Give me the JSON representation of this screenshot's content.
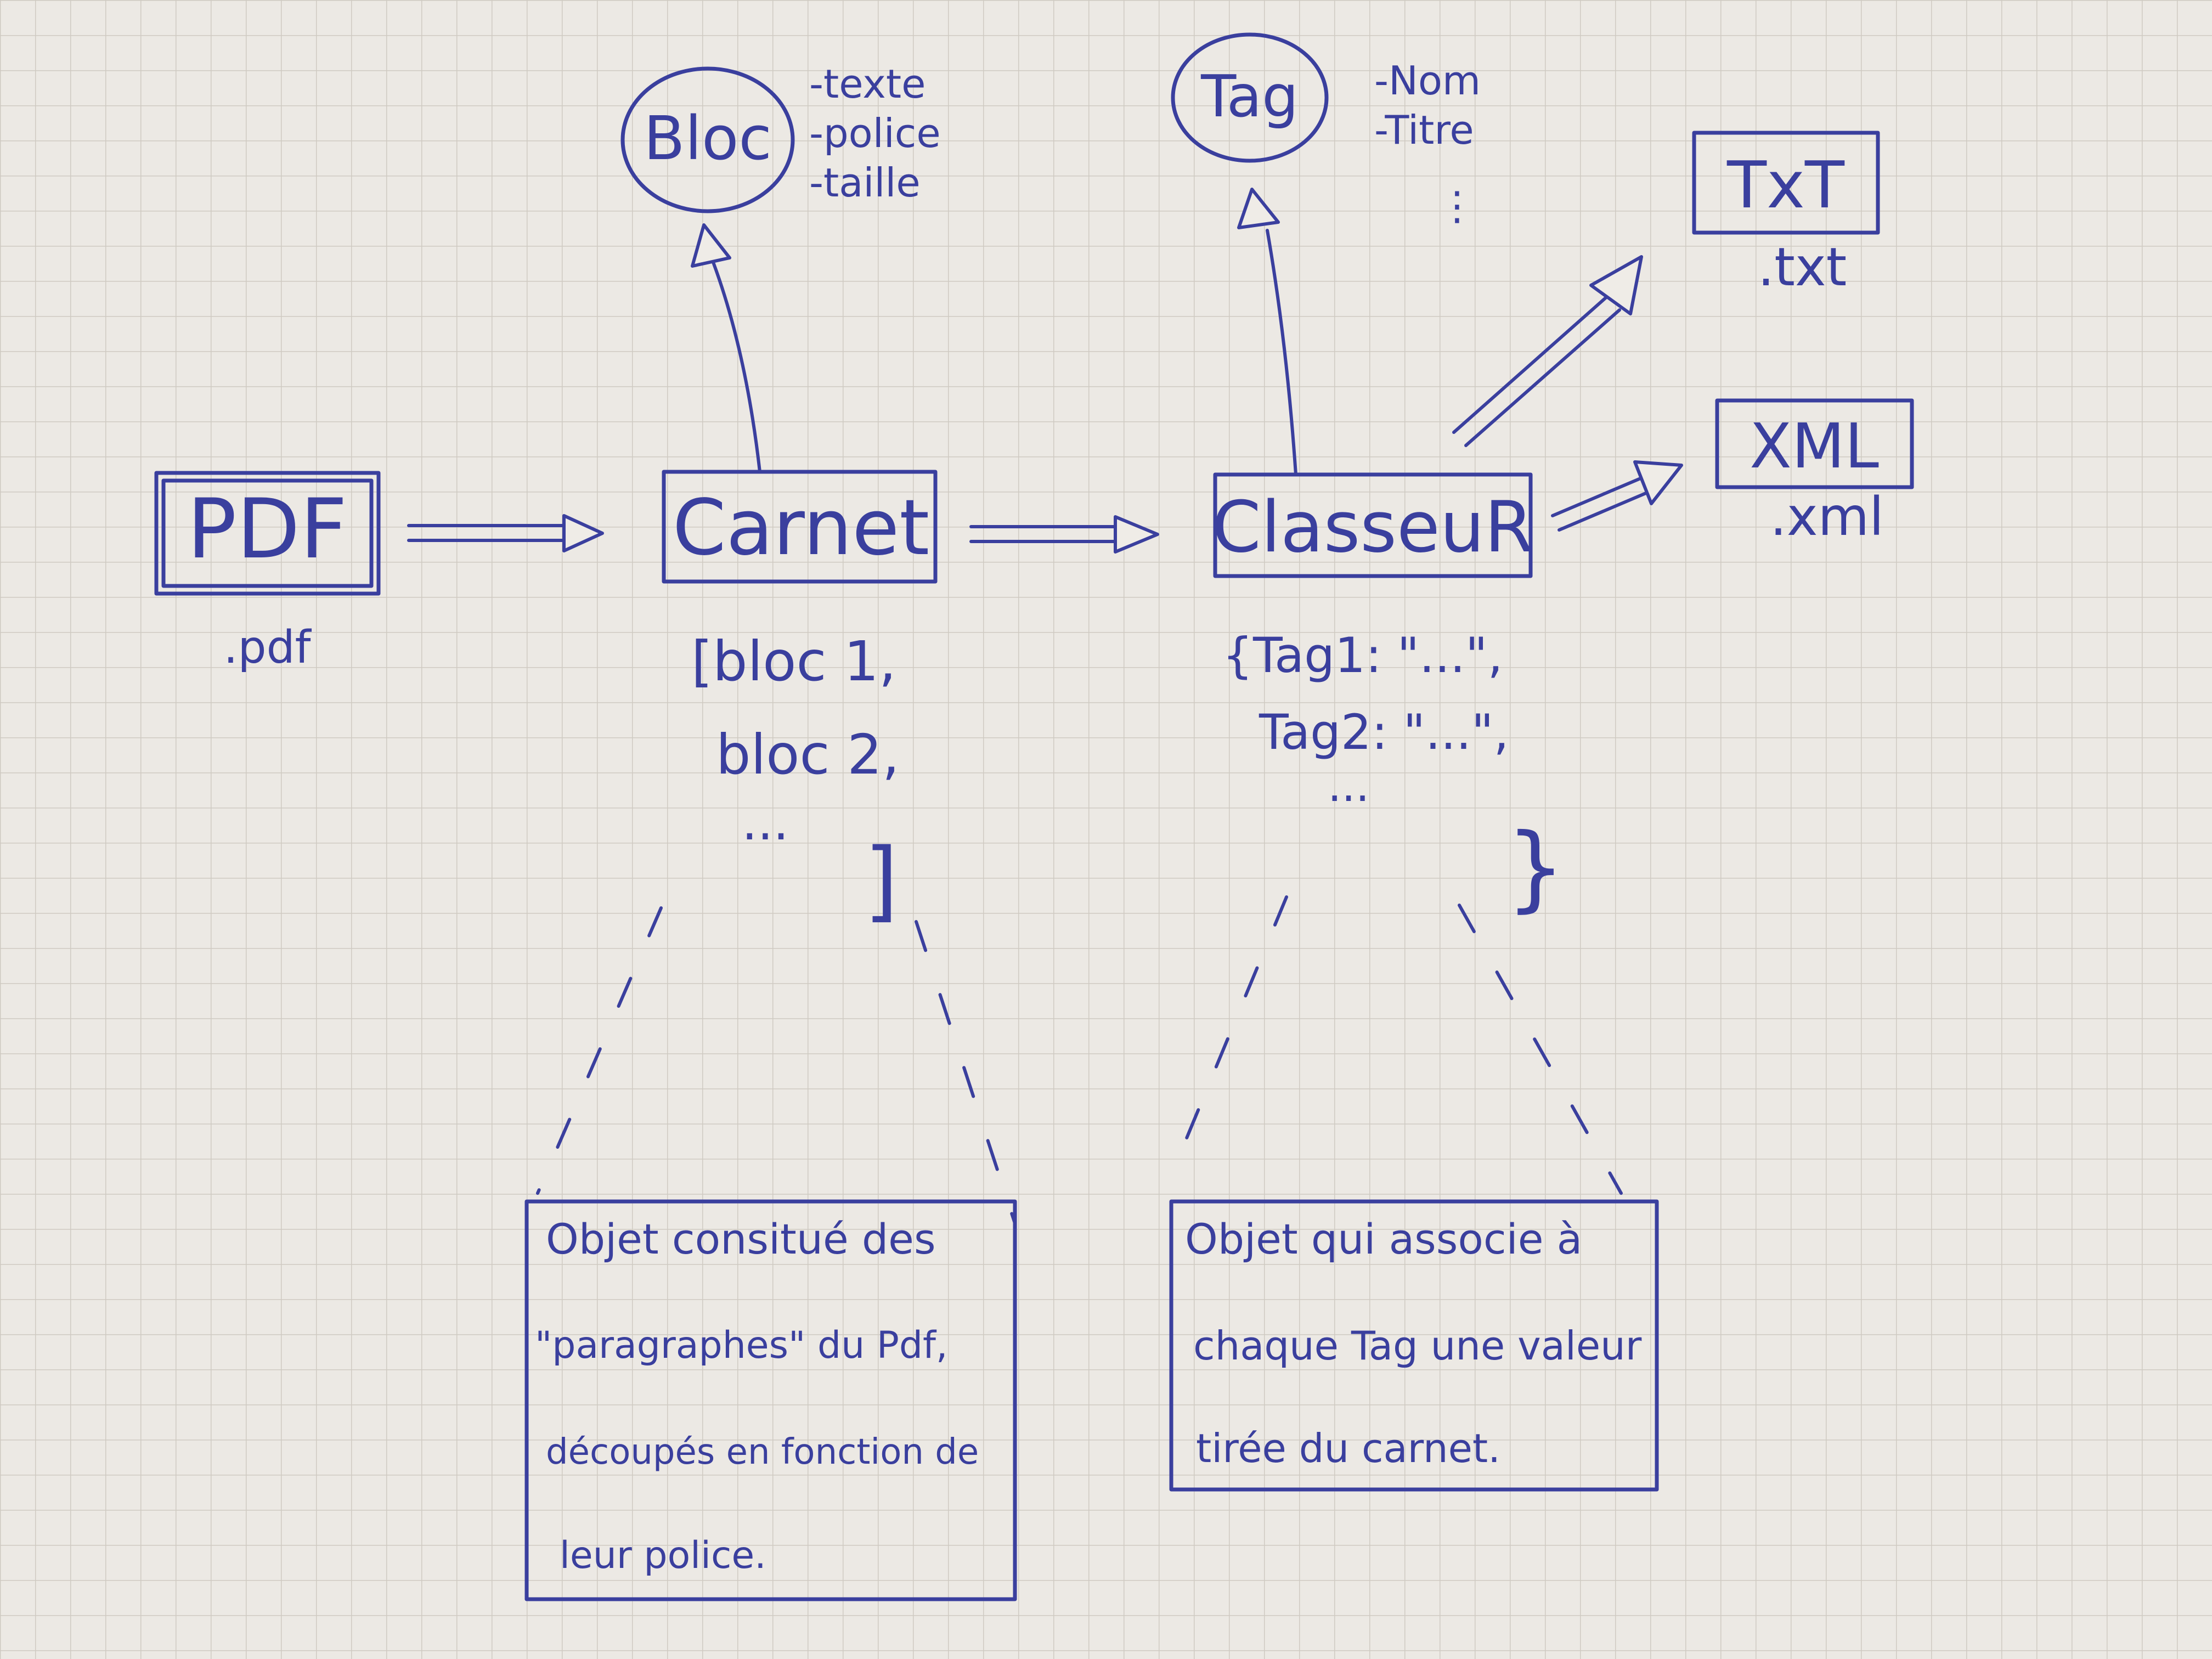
{
  "colors": {
    "ink": "#3a3f9e",
    "paper": "#e9e6e1",
    "grid": "#cfcac2"
  },
  "nodes": {
    "pdf": {
      "label": "PDF",
      "ext": ".pdf"
    },
    "carnet": {
      "label": "Carnet",
      "list": [
        "[bloc 1,",
        "bloc 2,",
        "...",
        "]"
      ]
    },
    "classeur": {
      "label": "ClasseuR",
      "list": [
        "{Tag1: \"...\",",
        "Tag2: \"...\",",
        "...",
        "}"
      ]
    },
    "bloc": {
      "label": "Bloc",
      "attributes": [
        "-texte",
        "-police",
        "-taille"
      ]
    },
    "tag": {
      "label": "Tag",
      "attributes": [
        "-Nom",
        "-Titre",
        "⋮"
      ]
    },
    "txt": {
      "label": "TxT",
      "ext": ".txt"
    },
    "xml": {
      "label": "XML",
      "ext": ".xml"
    }
  },
  "notes": {
    "carnet": {
      "lines": [
        "Objet consitué des",
        "\"paragraphes\" du Pdf,",
        "découpés en fonction de",
        "leur police."
      ]
    },
    "classeur": {
      "lines": [
        "Objet qui associe à",
        "chaque Tag une valeur",
        "tirée du carnet."
      ]
    }
  }
}
